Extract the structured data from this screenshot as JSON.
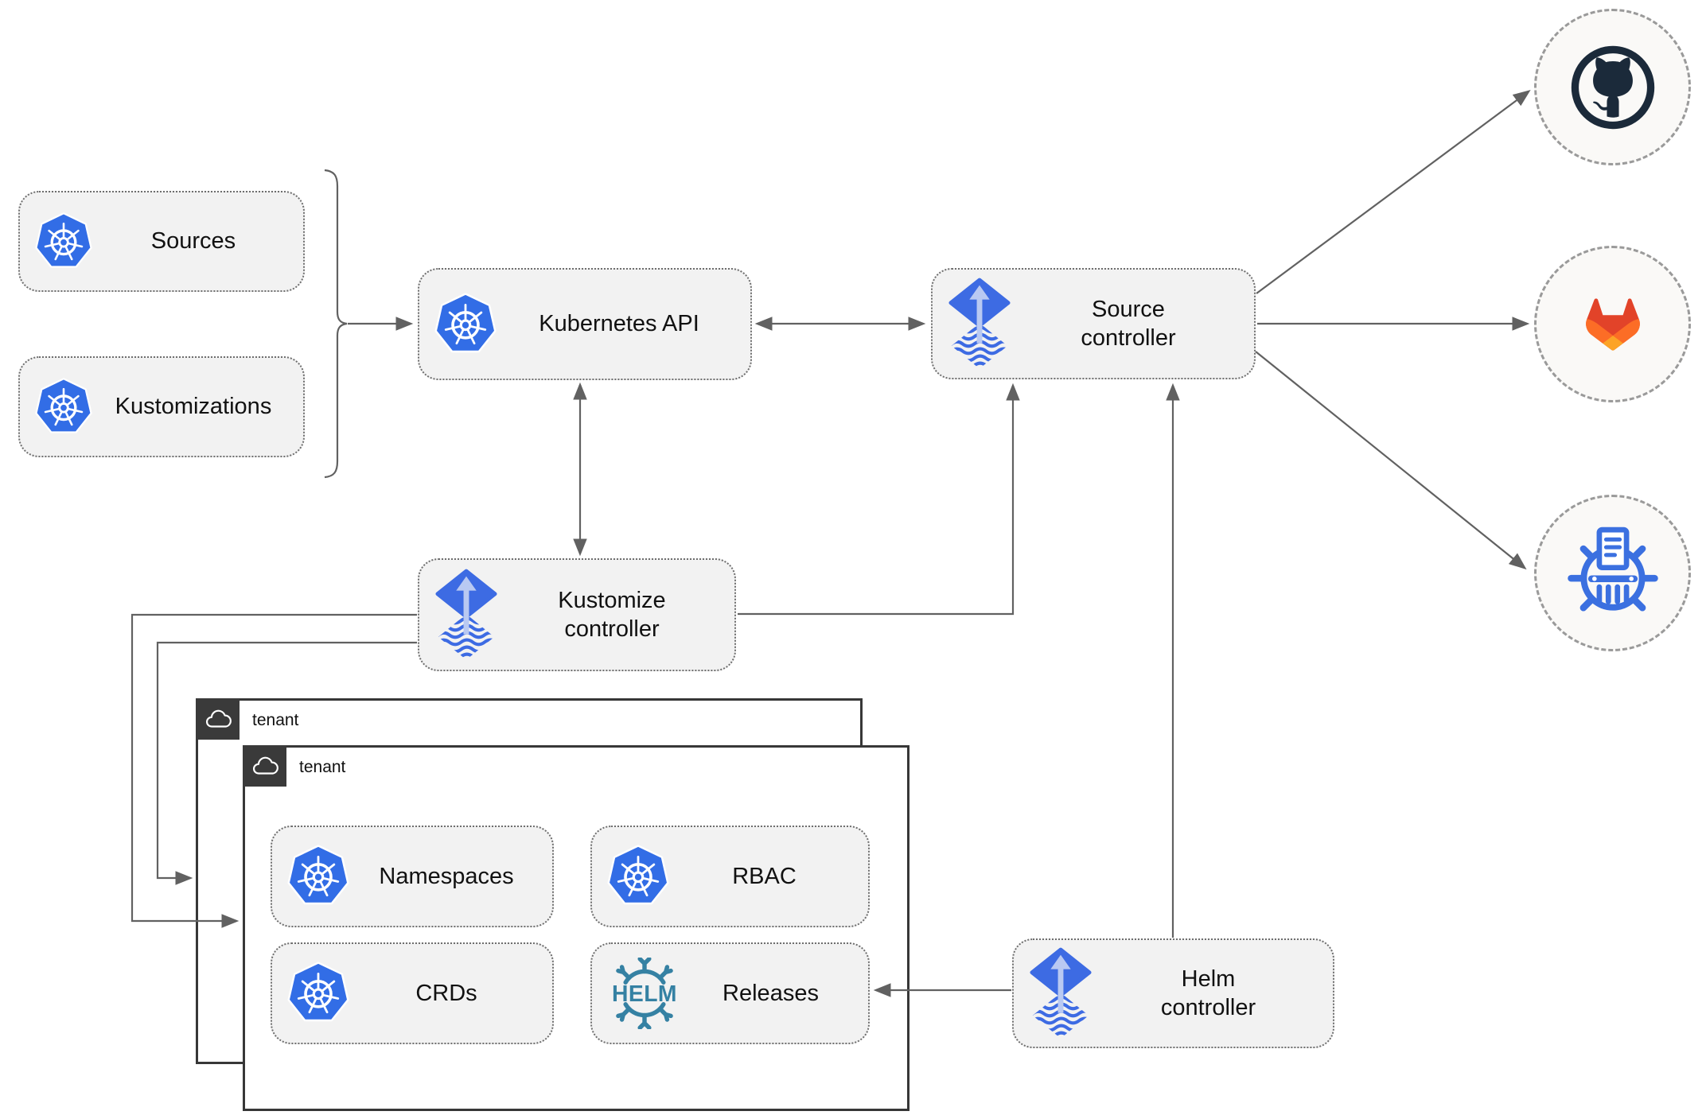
{
  "nodes": {
    "sources": {
      "label": "Sources"
    },
    "kustomizations": {
      "label": "Kustomizations"
    },
    "kubernetes_api": {
      "label": "Kubernetes API"
    },
    "source_controller": {
      "label": "Source\ncontroller"
    },
    "kustomize_controller": {
      "label": "Kustomize\ncontroller"
    },
    "helm_controller": {
      "label": "Helm\ncontroller"
    },
    "namespaces": {
      "label": "Namespaces"
    },
    "rbac": {
      "label": "RBAC"
    },
    "crds": {
      "label": "CRDs"
    },
    "releases": {
      "label": "Releases"
    }
  },
  "tenants": [
    {
      "label": "tenant"
    },
    {
      "label": "tenant"
    }
  ],
  "helm_logo_text": "HELM",
  "icons": {
    "kubernetes": "kubernetes-wheel-icon",
    "flux": "flux-arrow-waves-icon",
    "helm": "helm-ship-wheel-icon",
    "github": "github-octocat-icon",
    "gitlab": "gitlab-fox-icon",
    "helm_repository": "chartmuseum-wheel-icon",
    "cloud": "cloud-icon"
  },
  "colors": {
    "k8s_blue": "#326de6",
    "flux_blue": "#3d6be3",
    "flux_arrow_light": "#b9c9f2",
    "helm_teal": "#3581a3",
    "chartmuseum_blue": "#3b70e0",
    "github_dark": "#1b2a3a",
    "gitlab_red": "#e24329",
    "gitlab_orange": "#fc6d26",
    "gitlab_amber": "#fca326",
    "node_fill": "#f2f2f2",
    "circle_fill": "#faf9f7",
    "edge_gray": "#616161",
    "tenant_dark": "#3a3a3a",
    "text_dark": "#111111"
  }
}
